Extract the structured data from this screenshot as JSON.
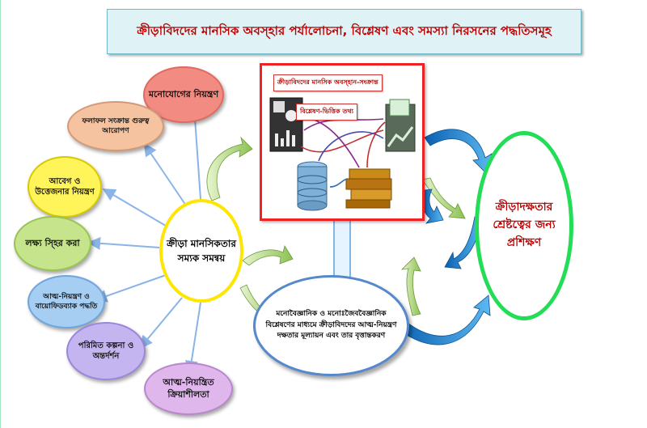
{
  "title": "ক্রীড়াবিদদের মানসিক অবস্হার পর্যালোচনা, বিশ্লেষণ এবং সমস্যা নিরসনের পদ্ধতিসমূহ",
  "center": "ক্রীড়া মানসিকতার সম্যক সমন্বয়",
  "bubbles": [
    {
      "text": "মনোযোগের নিয়ন্ত্রণ",
      "color": "#f28b82"
    },
    {
      "text": "ফলাফল সংক্রান্ত গুরুত্ব আরোপণ",
      "color": "#f6c3a0"
    },
    {
      "text": "আবেগ ও উত্তেজনার নিয়ন্ত্রণ",
      "color": "#fff45a"
    },
    {
      "text": "লক্ষ্য স্হির করা",
      "color": "#c6e48b"
    },
    {
      "text": "আত্ম-নিয়ন্ত্রণ ও বায়োফিডব্যাক পদ্ধতি",
      "color": "#a6cdf2"
    },
    {
      "text": "পরিমিত কল্পনা ও অন্তর্দর্শন",
      "color": "#c4b5f0"
    },
    {
      "text": "আত্ম-নিয়ন্ত্রিত ক্রিয়াশীলতা",
      "color": "#e0b7ec"
    }
  ],
  "panel": {
    "label1": "ক্রীড়াবিদদের মানসিক অবস্হান-সংক্রান্ত",
    "label2": "বিশ্লেষণ-ভিত্তিক তথ্য"
  },
  "right": "ক্রীড়াদক্ষতার শ্রেষ্টত্বের জন্য প্রশিক্ষণ",
  "bottom": "মনোবৈজ্ঞানিক ও মনোঃজৈববৈজ্ঞানিক বিশ্লেষণের মাধ্যমে ক্রীড়াবিদদের আত্ম-নিয়ন্ত্রণ দক্ষতার মূল্যায়ন এবং তার বৃত্তান্তকরণ",
  "colors": {
    "title_text": "#c00000",
    "title_bg": "#dff3f7",
    "center_border": "#ffe600",
    "right_border": "#22dd55",
    "panel_border": "#ee2222",
    "blue_arrow": "#1f7fd0",
    "green_arrow": "#8cc152"
  }
}
